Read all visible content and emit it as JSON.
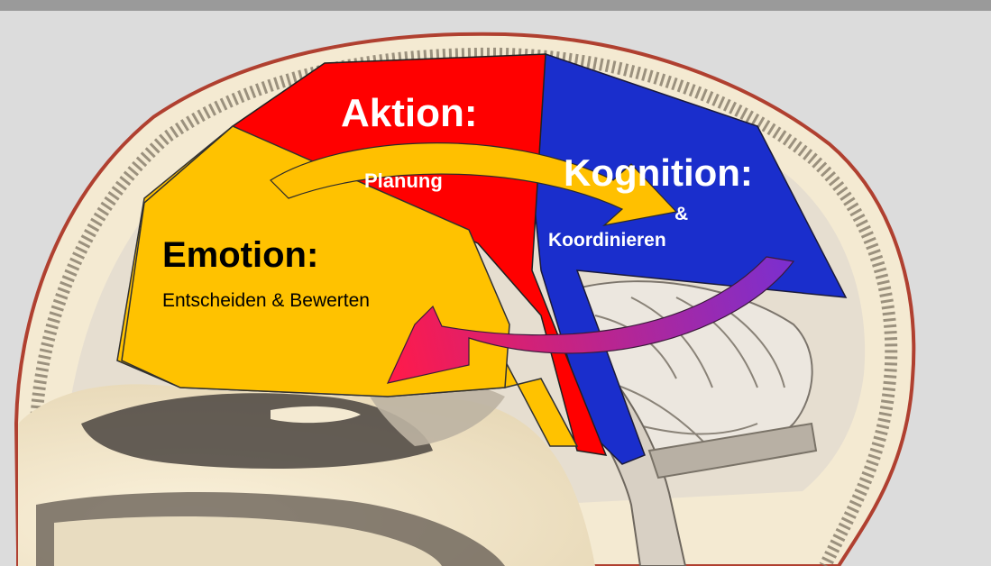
{
  "diagram": {
    "regions": {
      "aktion": {
        "title": "Aktion:",
        "desc_visible": "Planung",
        "fill": "#ff0000"
      },
      "kognition": {
        "title": "Kognition:",
        "desc_line1": "&",
        "desc_line2": "Koordinieren",
        "fill": "#1a2ecc"
      },
      "emotion": {
        "title": "Emotion:",
        "desc": "Entscheiden & Bewerten",
        "fill": "#ffc200"
      }
    },
    "arrows": {
      "emotion_to_kognition": {
        "color": "#ffc000"
      },
      "kognition_to_emotion": {
        "color_start": "#7a2fd0",
        "color_end": "#ff1a4a"
      }
    },
    "background": {
      "frame": "#dcdcdc",
      "topbar": "#9a9a9a",
      "illustration": "sagittal-head-section"
    }
  }
}
